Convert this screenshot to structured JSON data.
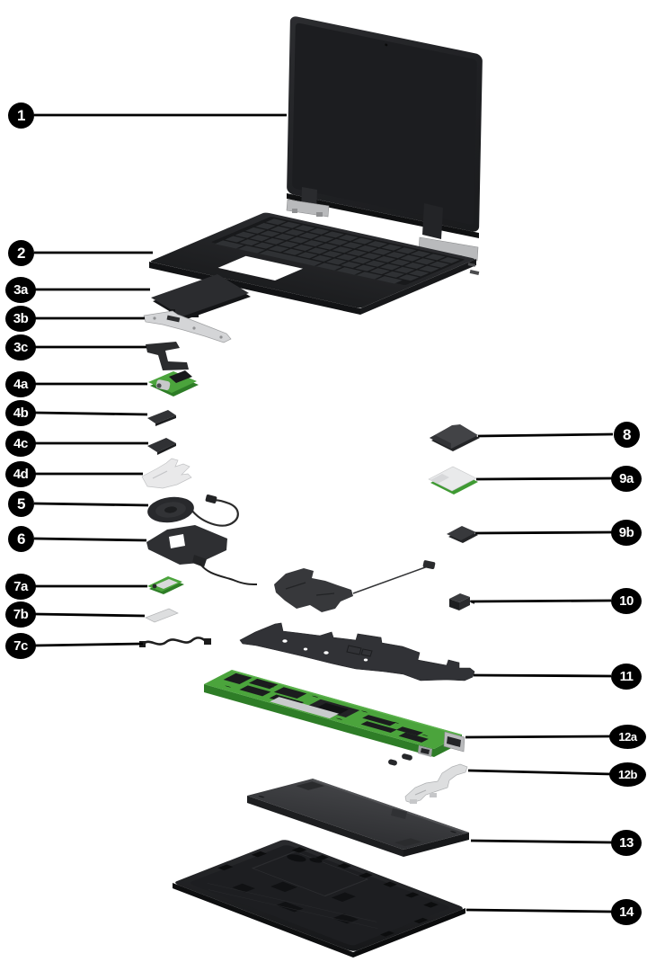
{
  "figure": {
    "type": "exploded-view illustration",
    "subject": "laptop internal components with numbered callouts",
    "background": "#ffffff"
  },
  "style": {
    "callout_bg": "#000000",
    "callout_text": "#ffffff",
    "leader_line_color": "#000000",
    "pcb_green": "#4ba43c",
    "chassis_dark": "#232427",
    "metal_silver": "#d7d8da"
  },
  "callouts": [
    {
      "label": "1"
    },
    {
      "label": "2"
    },
    {
      "label": "3a"
    },
    {
      "label": "3b"
    },
    {
      "label": "3c"
    },
    {
      "label": "4a"
    },
    {
      "label": "4b"
    },
    {
      "label": "4c"
    },
    {
      "label": "4d"
    },
    {
      "label": "5"
    },
    {
      "label": "6"
    },
    {
      "label": "7a"
    },
    {
      "label": "7b"
    },
    {
      "label": "7c"
    },
    {
      "label": "8"
    },
    {
      "label": "9a"
    },
    {
      "label": "9b"
    },
    {
      "label": "10"
    },
    {
      "label": "11"
    },
    {
      "label": "12a"
    },
    {
      "label": "12b"
    },
    {
      "label": "13"
    },
    {
      "label": "14"
    }
  ]
}
